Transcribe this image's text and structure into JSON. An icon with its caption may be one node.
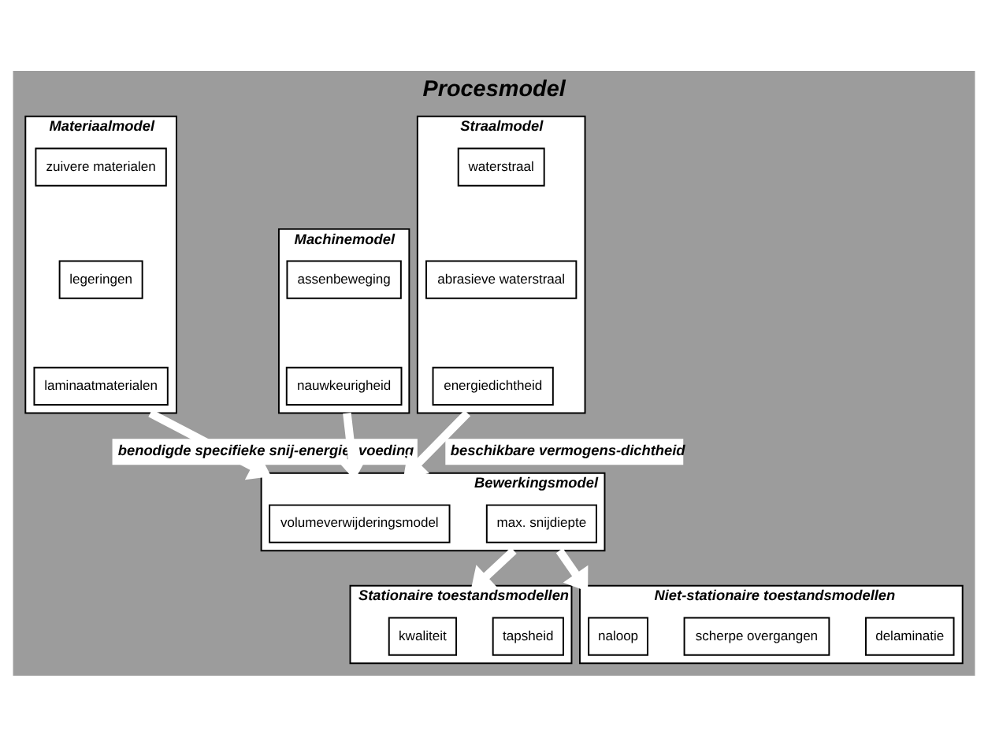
{
  "diagram": {
    "title": "Procesmodel",
    "nodes": [
      {
        "text": [
          "Materiaalmodel"
        ]
      },
      {
        "text": [
          "zuivere materialen"
        ],
        "in": 0
      },
      {
        "text": [
          "legeringen"
        ],
        "in": 0
      },
      {
        "text": [
          "laminaatmaterialen"
        ],
        "in": 0
      },
      {
        "text": [
          "Machinemodel"
        ]
      },
      {
        "text": [
          "assenbeweging"
        ],
        "in": 4
      },
      {
        "text": [
          "nauwkeurigheid"
        ],
        "in": 4
      },
      {
        "text": [
          "Straalmodel"
        ]
      },
      {
        "text": [
          "waterstraal"
        ],
        "in": 7
      },
      {
        "text": [
          "abrasieve waterstraal"
        ],
        "in": 7
      },
      {
        "text": [
          "energiedichtheid"
        ],
        "in": 7
      },
      {
        "text": [
          "Bewerkingsmodel"
        ]
      },
      {
        "text": [
          "volumeverwijderingsmodel"
        ],
        "in": 11
      },
      {
        "text": [
          "max. snijdiepte"
        ],
        "in": 11
      },
      {
        "text": [
          "Stationaire toestandsmodellen"
        ]
      },
      {
        "text": [
          "kwaliteit"
        ],
        "in": 14
      },
      {
        "text": [
          "tapsheid"
        ],
        "in": 14
      },
      {
        "text": [
          "Niet-stationaire toestandsmodellen"
        ]
      },
      {
        "text": [
          "naloop"
        ],
        "in": 17
      },
      {
        "text": [
          "scherpe overgangen"
        ],
        "in": 17
      },
      {
        "text": [
          "delaminatie"
        ],
        "in": 17
      }
    ],
    "edges": [
      {
        "from": 0,
        "to": 11,
        "arrow": "to",
        "label": "benodigde specifieke snij-energie"
      },
      {
        "from": 4,
        "to": 11,
        "arrow": "to",
        "label": "voeding"
      },
      {
        "from": 7,
        "to": 11,
        "arrow": "to",
        "label": "beschikbare vermogens-dichtheid"
      },
      {
        "from": 11,
        "to": 14,
        "arrow": "to"
      },
      {
        "from": 11,
        "to": 17,
        "arrow": "to"
      }
    ]
  }
}
